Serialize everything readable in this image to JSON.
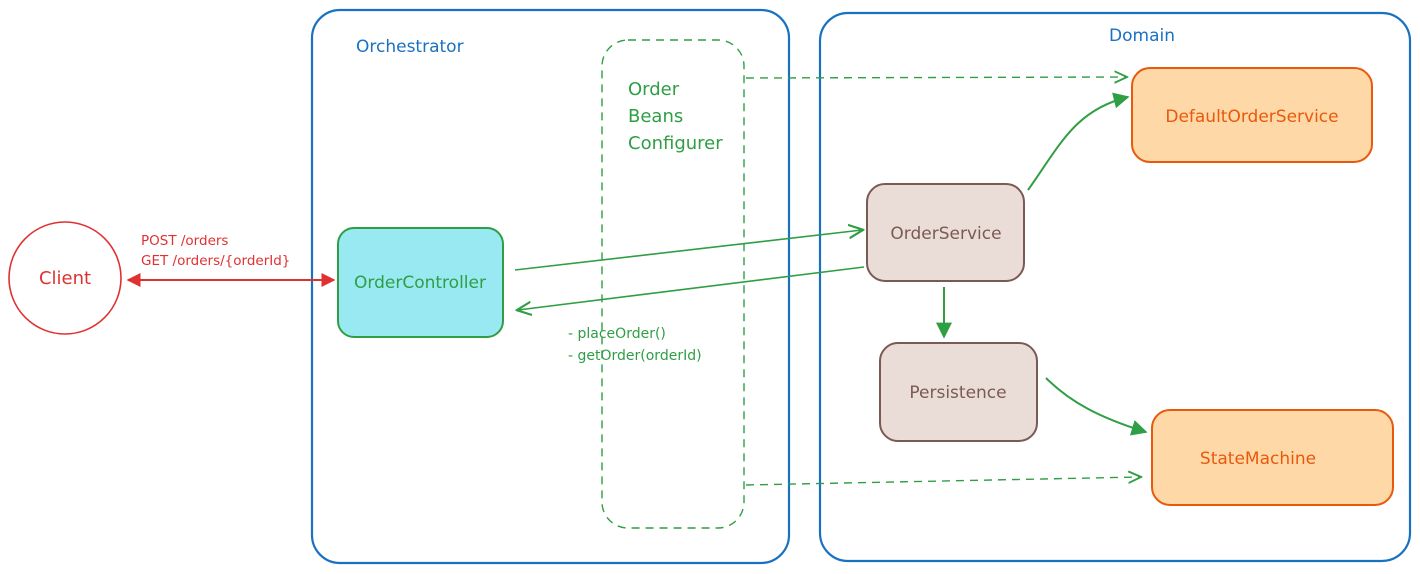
{
  "colors": {
    "blue": "#1971c2",
    "green": "#2f9e44",
    "red": "#e03131",
    "orange_stroke": "#e8590c",
    "orange_fill": "#ffd8a8",
    "brown_stroke": "#7a5a52",
    "brown_fill": "#eaddd7",
    "cyan_fill": "#99e9f2",
    "node_green_stroke": "#2f9e44"
  },
  "containers": {
    "orchestrator": {
      "label": "Orchestrator"
    },
    "domain": {
      "label": "Domain"
    },
    "configurer": {
      "label_lines": [
        "Order",
        "Beans",
        "Configurer"
      ]
    }
  },
  "nodes": {
    "client": {
      "label": "Client"
    },
    "order_controller": {
      "label": "OrderController"
    },
    "order_service": {
      "label": "OrderService"
    },
    "persistence": {
      "label": "Persistence"
    },
    "default_order_service": {
      "label": "DefaultOrderService"
    },
    "state_machine": {
      "label": "StateMachine"
    }
  },
  "edge_labels": {
    "client_http": [
      "POST /orders",
      "GET /orders/{orderId}"
    ],
    "service_methods": [
      "- placeOrder()",
      "- getOrder(orderId)"
    ]
  }
}
